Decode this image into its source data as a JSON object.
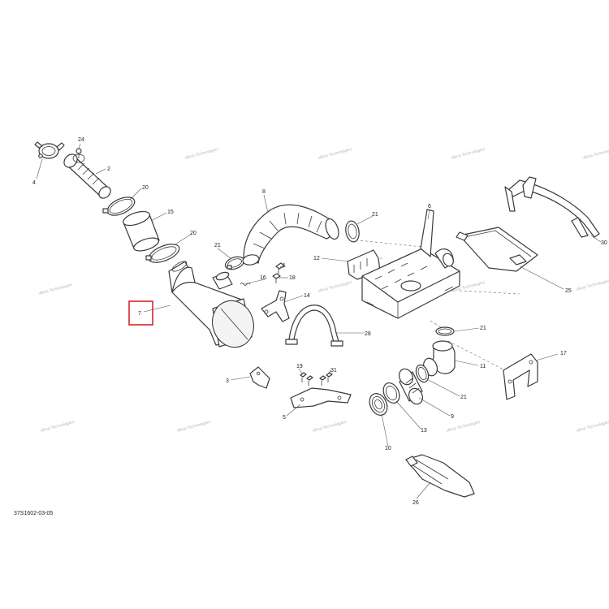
{
  "diagram": {
    "reference_code": "37S1602-03-05",
    "watermark_text": "vBest Technologies",
    "highlighted_callout": "7",
    "callouts": [
      {
        "id": "c24",
        "label": "24"
      },
      {
        "id": "c4",
        "label": "4"
      },
      {
        "id": "c2",
        "label": "2"
      },
      {
        "id": "c20a",
        "label": "20"
      },
      {
        "id": "c15",
        "label": "15"
      },
      {
        "id": "c20b",
        "label": "20"
      },
      {
        "id": "c8",
        "label": "8"
      },
      {
        "id": "c21a",
        "label": "21"
      },
      {
        "id": "c6",
        "label": "6"
      },
      {
        "id": "c30",
        "label": "30"
      },
      {
        "id": "c21b",
        "label": "21"
      },
      {
        "id": "c1",
        "label": "1"
      },
      {
        "id": "c18",
        "label": "18"
      },
      {
        "id": "c16",
        "label": "16"
      },
      {
        "id": "c12",
        "label": "12"
      },
      {
        "id": "c25",
        "label": "25"
      },
      {
        "id": "c14",
        "label": "14"
      },
      {
        "id": "c7",
        "label": "7"
      },
      {
        "id": "c28",
        "label": "28"
      },
      {
        "id": "c21c",
        "label": "21"
      },
      {
        "id": "c17",
        "label": "17"
      },
      {
        "id": "c11",
        "label": "11"
      },
      {
        "id": "c3",
        "label": "3"
      },
      {
        "id": "c19",
        "label": "19"
      },
      {
        "id": "c31",
        "label": "31"
      },
      {
        "id": "c21d",
        "label": "21"
      },
      {
        "id": "c5",
        "label": "5"
      },
      {
        "id": "c9",
        "label": "9"
      },
      {
        "id": "c13",
        "label": "13"
      },
      {
        "id": "c10",
        "label": "10"
      },
      {
        "id": "c26",
        "label": "26"
      }
    ]
  }
}
